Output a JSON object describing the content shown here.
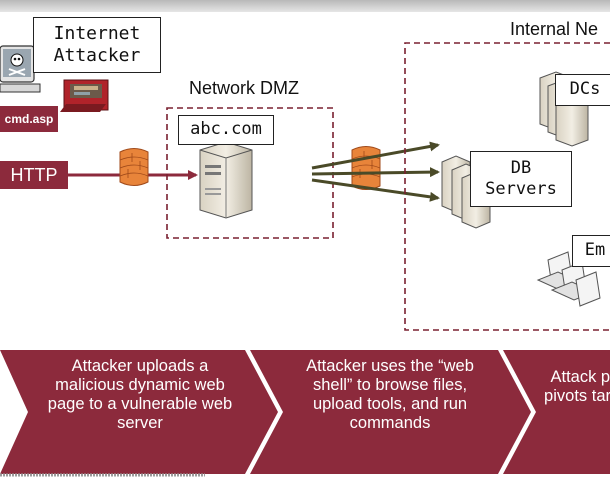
{
  "attacker": {
    "label": "Internet Attacker",
    "file_tag": "cmd.asp",
    "protocol": "HTTP"
  },
  "dmz": {
    "title": "Network DMZ",
    "server_label": "abc.com"
  },
  "internal": {
    "title": "Internal Ne",
    "dc_label": "DCs",
    "db_label": "DB Servers",
    "em_label": "Em"
  },
  "steps": [
    {
      "text": "Attacker uploads a malicious dynamic web page to a vulnerable web server"
    },
    {
      "text": "Attacker uses the “web shell” to browse files, upload tools, and run commands"
    },
    {
      "text": "Attack priv pivots target"
    }
  ],
  "colors": {
    "accent": "#8c2a3c",
    "arrow": "#4a4a28",
    "firewall": "#e8843a"
  }
}
